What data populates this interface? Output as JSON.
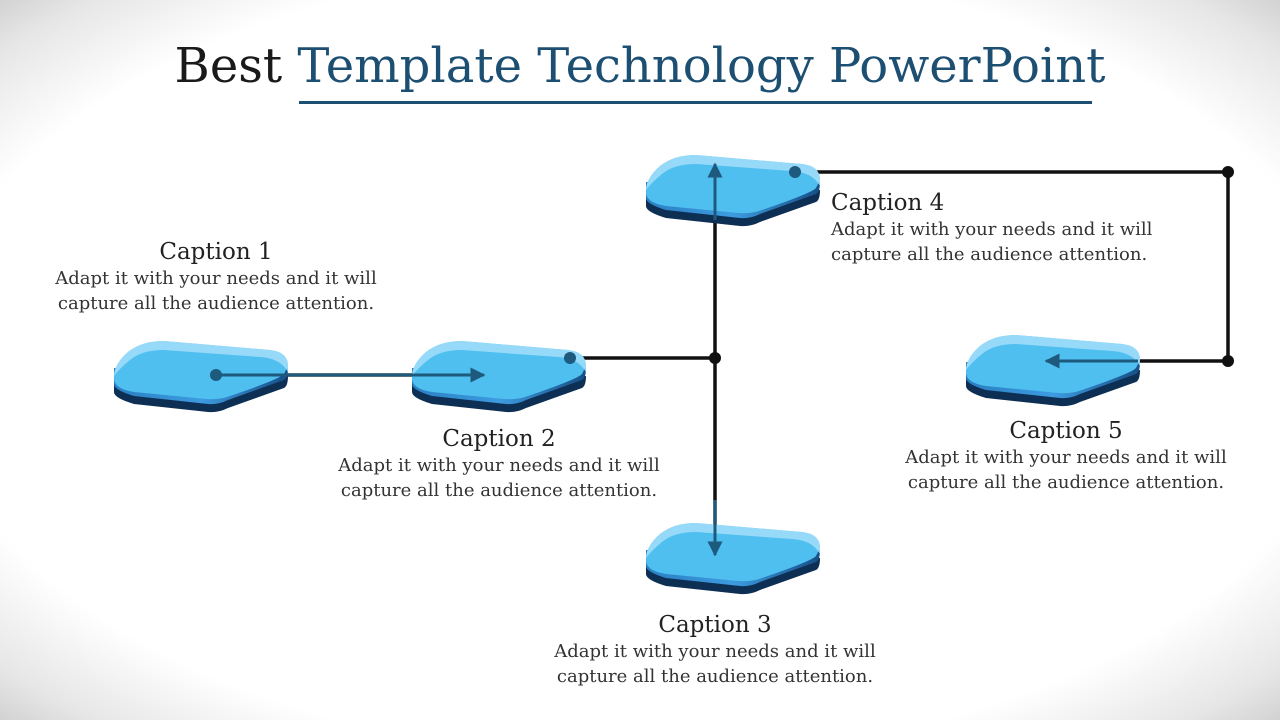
{
  "slide": {
    "title_part1": "Best",
    "title_part2": "Template Technology PowerPoint",
    "accent_color": "#1d4f73",
    "tile_color": "#4fbfef"
  },
  "captions": [
    {
      "heading": "Caption 1",
      "line1": "Adapt it with your needs and it will",
      "line2": "capture all the audience attention."
    },
    {
      "heading": "Caption 2",
      "line1": "Adapt it with your needs and it will",
      "line2": "capture all the audience attention."
    },
    {
      "heading": "Caption 3",
      "line1": "Adapt it with your needs and it will",
      "line2": "capture all the audience attention."
    },
    {
      "heading": "Caption 4",
      "line1": "Adapt it with your needs and it will",
      "line2": "capture all the audience attention."
    },
    {
      "heading": "Caption 5",
      "line1": "Adapt it with your needs and it will",
      "line2": "capture all the audience attention."
    }
  ]
}
